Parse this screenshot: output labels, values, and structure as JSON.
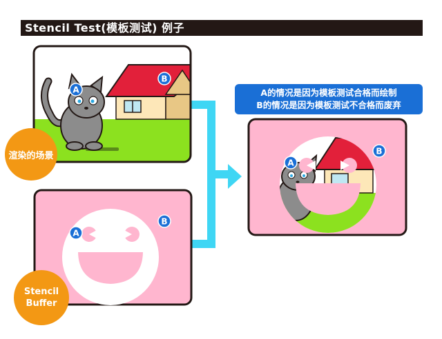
{
  "title": "Stencil Test(模板测试) 例子",
  "note": {
    "line1": "A的情况是因为模板测试合格而绘制",
    "line2": "B的情况是因为模板测试不合格而废弃"
  },
  "labels": {
    "scene": "渲染的场景",
    "stencil_line1": "Stencil",
    "stencil_line2": "Buffer"
  },
  "markers": {
    "a": "A",
    "b": "B"
  },
  "colors": {
    "title_bg": "#231815",
    "note_bg": "#1a6fd6",
    "label_orange": "#f39814",
    "arrow_cyan": "#3fd6f4",
    "pink": "#ffb6cf",
    "grass": "#8ce11f",
    "roof": "#e2203a",
    "house_wall": "#fde7b8",
    "cat_gray": "#8c8c8c",
    "marker_blue": "#1a6fd6"
  },
  "icons": [
    "cat-icon",
    "house-icon",
    "smiley-icon",
    "arrow-icon"
  ]
}
